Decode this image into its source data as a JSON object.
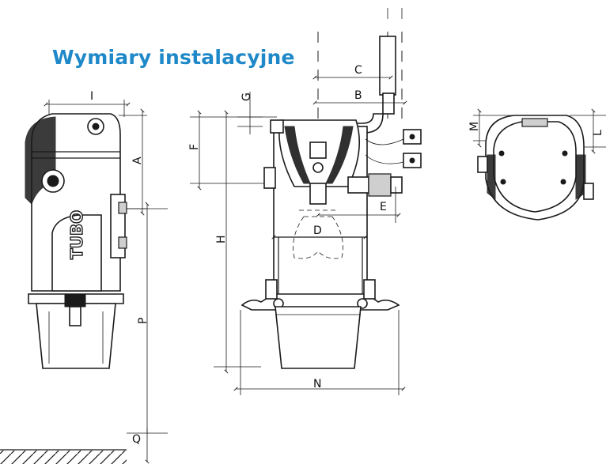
{
  "title": "Wymiary instalacyjne",
  "brand_text": "TUBO",
  "dimension_labels": {
    "A": "A",
    "B": "B",
    "C": "C",
    "D": "D",
    "E": "E",
    "F": "F",
    "G": "G",
    "H": "H",
    "I": "I",
    "L": "L",
    "M": "M",
    "N": "N",
    "P": "P",
    "Q": "Q"
  },
  "colors": {
    "title": "#1e88c8",
    "line": "#1a1a1a"
  }
}
